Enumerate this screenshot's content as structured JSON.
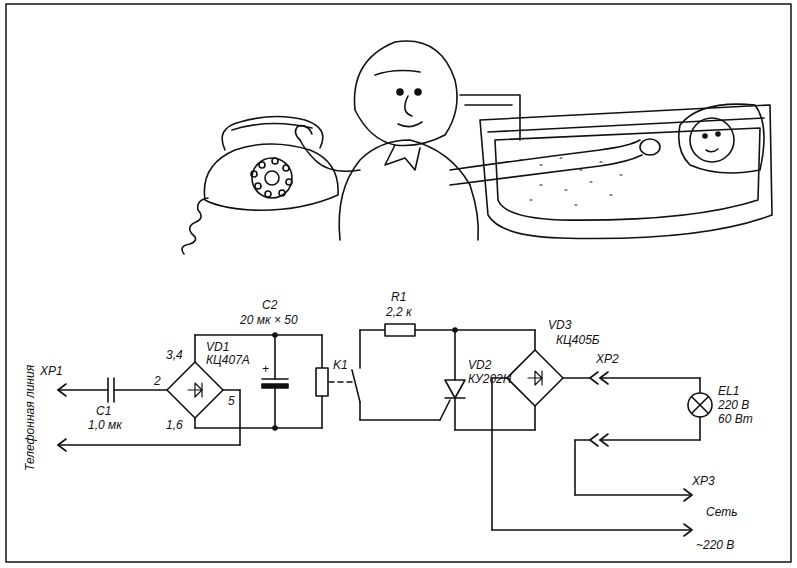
{
  "diagram": {
    "labels": [
      "XP1",
      "Телефонная линия",
      "C1",
      "1,0 мк",
      "3,4",
      "2",
      "5",
      "1,6",
      "VD1",
      "КЦ407А",
      "C2",
      "20 мк × 50",
      "+",
      "K1",
      "R1",
      "2,2 к",
      "VD2",
      "КУ202Н",
      "VD3",
      "КЦ405Б",
      "XP2",
      "EL1",
      "220 В",
      "60 Вт",
      "XP3",
      "Сеть",
      "~220 В"
    ]
  }
}
